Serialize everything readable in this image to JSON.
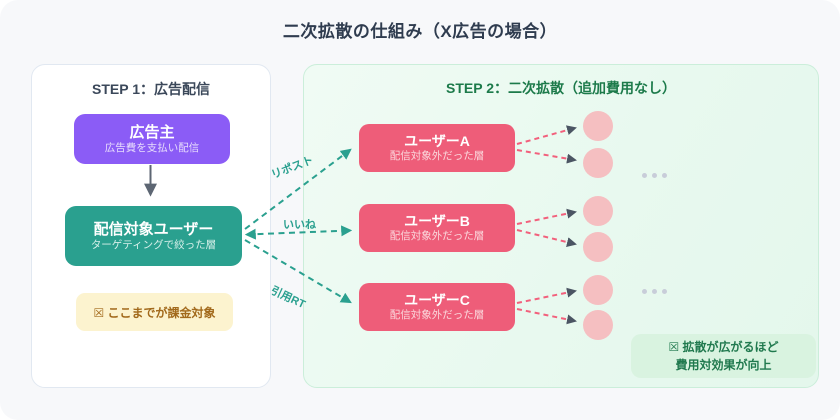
{
  "title": "二次拡散の仕組み（X広告の場合）",
  "step1": {
    "heading": "STEP 1：広告配信",
    "advertiser": {
      "title": "広告主",
      "subtitle": "広告費を支払い配信"
    },
    "target_users": {
      "title": "配信対象ユーザー",
      "subtitle": "ターゲティングで絞った層"
    },
    "billing_note": "☒ ここまでが課金対象"
  },
  "step2": {
    "heading": "STEP 2：二次拡散（追加費用なし）",
    "users": [
      {
        "title": "ユーザーA",
        "subtitle": "配信対象外だった層"
      },
      {
        "title": "ユーザーB",
        "subtitle": "配信対象外だった層"
      },
      {
        "title": "ユーザーC",
        "subtitle": "配信対象外だった層"
      }
    ],
    "benefit_note_line1": "☒ 拡散が広がるほど",
    "benefit_note_line2": "費用対効果が向上"
  },
  "edge_labels": {
    "repost": "リポスト",
    "like": "いいね",
    "quote_rt": "引用RT"
  },
  "colors": {
    "canvas_bg": "#f7f8fa",
    "advertiser_purple": "#8b5cf6",
    "target_teal": "#2aa08f",
    "user_pink": "#ee5d79",
    "billing_yellow_bg": "#fcf3cf",
    "step2_green_bg": "#eafaf0",
    "benefit_note_bg": "#d9f3e0",
    "pink_dash": "#f2607c",
    "gray_arrowhead": "#4b5563"
  }
}
